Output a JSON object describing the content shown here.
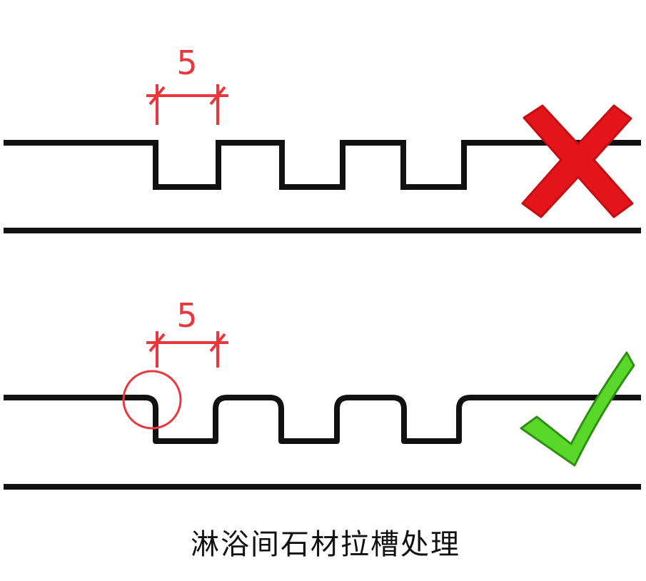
{
  "colors": {
    "profile": "#111111",
    "dimension": "#e8383d",
    "wrong_mark": "#e4141b",
    "correct_mark": "#5ad82a"
  },
  "panels": [
    {
      "dimension_value": "5",
      "corner_style": "sharp",
      "verdict_icon": "red-cross-icon"
    },
    {
      "dimension_value": "5",
      "corner_style": "rounded",
      "highlight_icon": "red-circle-icon",
      "verdict_icon": "green-check-icon"
    }
  ],
  "caption": "淋浴间石材拉槽处理"
}
